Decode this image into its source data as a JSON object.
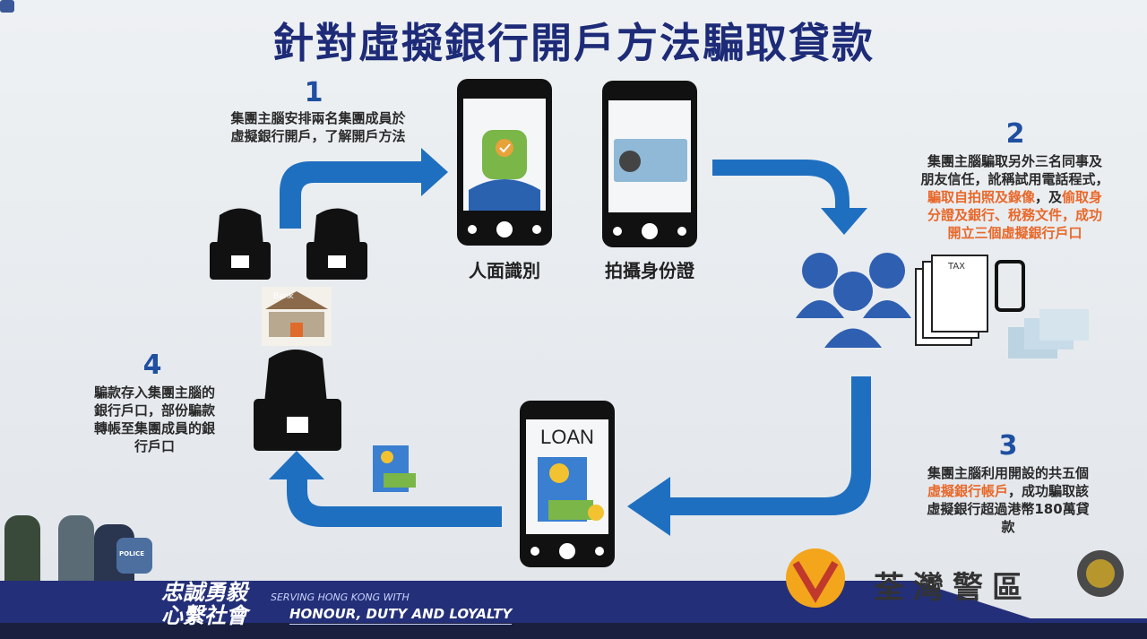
{
  "title": "針對虛擬銀行開戶方法騙取貸款",
  "colors": {
    "title": "#1d2b78",
    "arrow": "#1f6fc0",
    "highlight": "#e8682a",
    "banner": "#232f78"
  },
  "steps": [
    {
      "number": "1",
      "lines": [
        "集團主腦安排兩名集團成員於",
        "虛擬銀行開戶，了解開戶方法"
      ]
    },
    {
      "number": "2",
      "lines": [
        "集團主腦騙取另外三名同事及",
        "朋友信任，訛稱試用電話程式，"
      ],
      "highlight_lines": [
        "騙取自拍照及錄像",
        "，及",
        "偷取身",
        "分證及銀行、稅務文件，成功",
        "開立三個虛擬銀行戶口"
      ]
    },
    {
      "number": "3",
      "lines": [
        "集團主腦利用開設的共五個"
      ],
      "highlight": "虛擬銀行帳戶",
      "rest": [
        "，成功騙取該",
        "虛擬銀行超過港幣180萬貸",
        "款"
      ]
    },
    {
      "number": "4",
      "lines": [
        "騙款存入集團主腦的",
        "銀行戶口，部份騙款",
        "轉帳至集團成員的銀",
        "行戶口"
      ]
    }
  ],
  "phone_labels": {
    "face": "人面識別",
    "id": "拍攝身份證",
    "loan": "LOAN"
  },
  "icon_text": {
    "bank": "Bank",
    "tax": "TAX",
    "police": "POLICE"
  },
  "footer": {
    "slogan_cn": [
      "忠誠勇毅",
      "心繫社會"
    ],
    "slogan_en_1": "SERVING HONG KONG WITH",
    "slogan_en_2": "HONOUR, DUTY AND LOYALTY",
    "district": "荃灣警區"
  }
}
